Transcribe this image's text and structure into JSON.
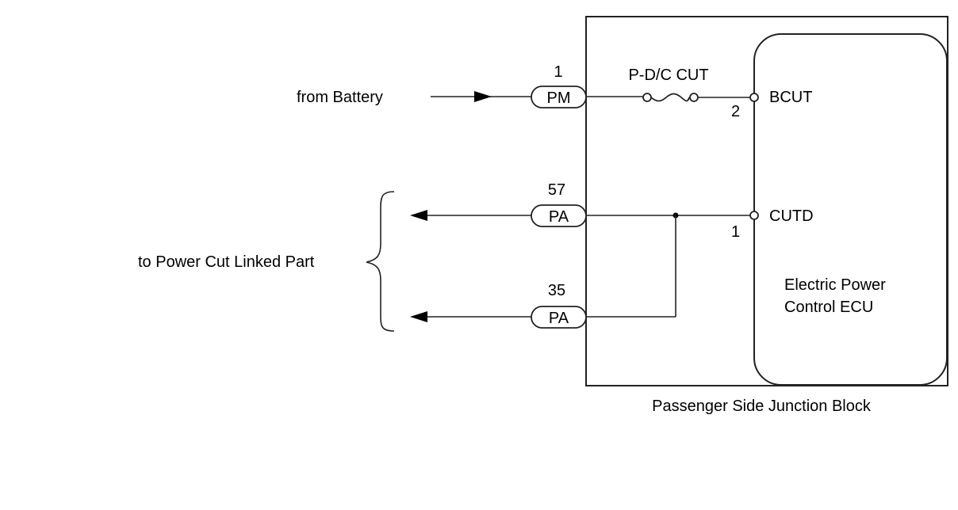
{
  "source": {
    "label": "from Battery"
  },
  "destination": {
    "label": "to Power Cut Linked Part"
  },
  "fuse": {
    "label": "P-D/C CUT"
  },
  "connectors": [
    {
      "pin": "1",
      "name": "PM"
    },
    {
      "pin": "57",
      "name": "PA"
    },
    {
      "pin": "35",
      "name": "PA"
    }
  ],
  "ecu": {
    "name_line1": "Electric Power",
    "name_line2": "Control ECU",
    "terminals": [
      {
        "name": "BCUT",
        "pin": "2"
      },
      {
        "name": "CUTD",
        "pin": "1"
      }
    ]
  },
  "junction_block": {
    "label": "Passenger Side Junction Block"
  }
}
